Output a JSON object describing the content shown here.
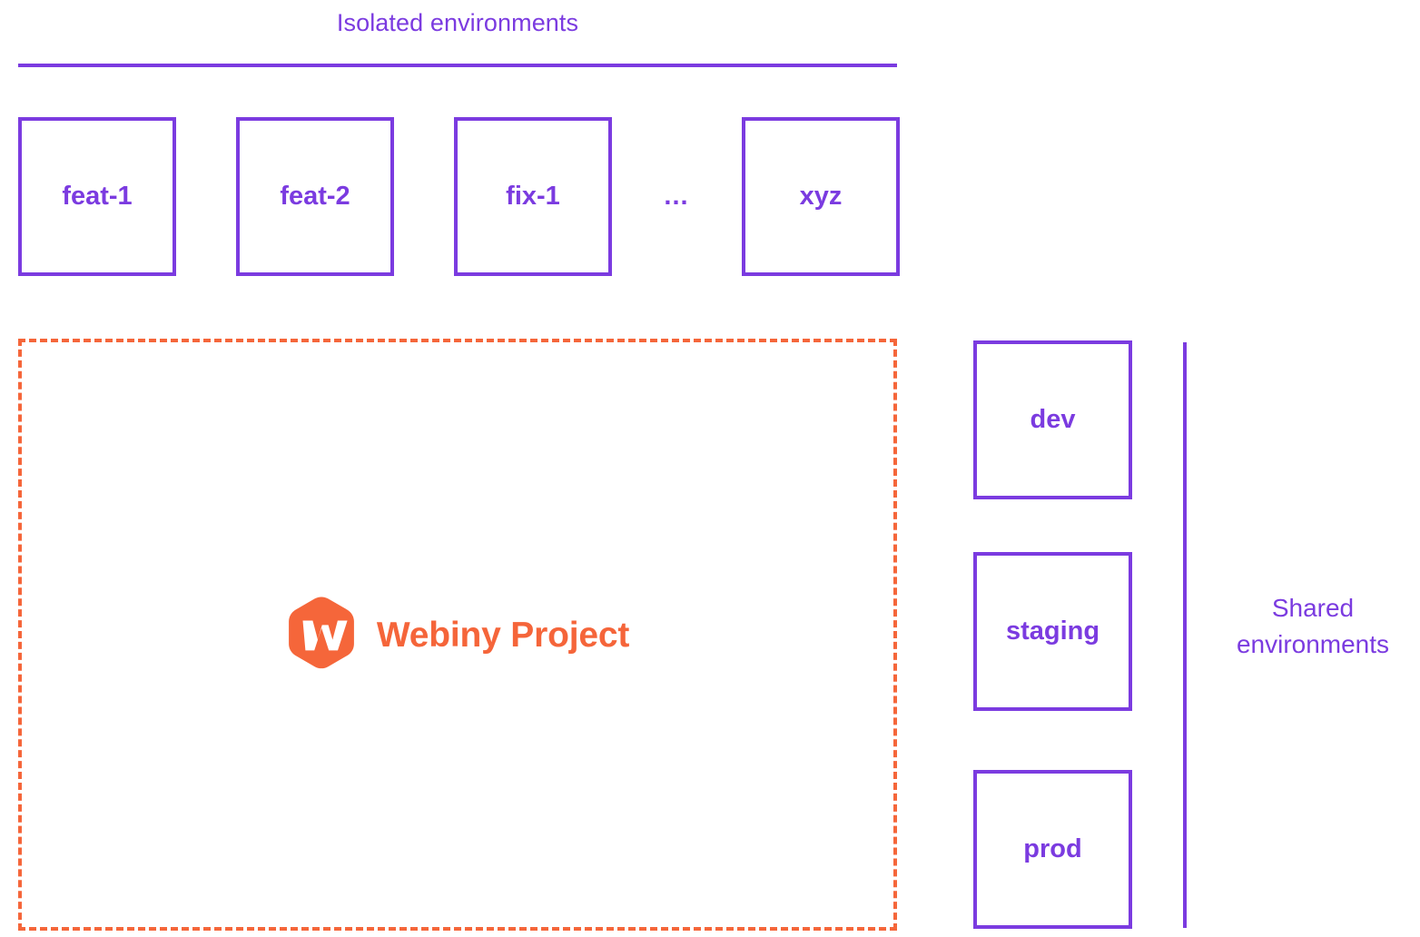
{
  "diagram": {
    "background_color": "#ffffff",
    "accent_purple": "#7B3BE0",
    "accent_orange": "#F5663A"
  },
  "isolated": {
    "title": "Isolated environments",
    "ellipsis": "...",
    "boxes": [
      {
        "label": "feat-1"
      },
      {
        "label": "feat-2"
      },
      {
        "label": "fix-1"
      },
      {
        "label": "xyz"
      }
    ]
  },
  "project": {
    "name": "Webiny Project",
    "logo_icon": "webiny-hexagon-logo",
    "border_style": "dashed"
  },
  "shared": {
    "title_line_1": "Shared",
    "title_line_2": "environments",
    "boxes": [
      {
        "label": "dev"
      },
      {
        "label": "staging"
      },
      {
        "label": "prod"
      }
    ]
  }
}
